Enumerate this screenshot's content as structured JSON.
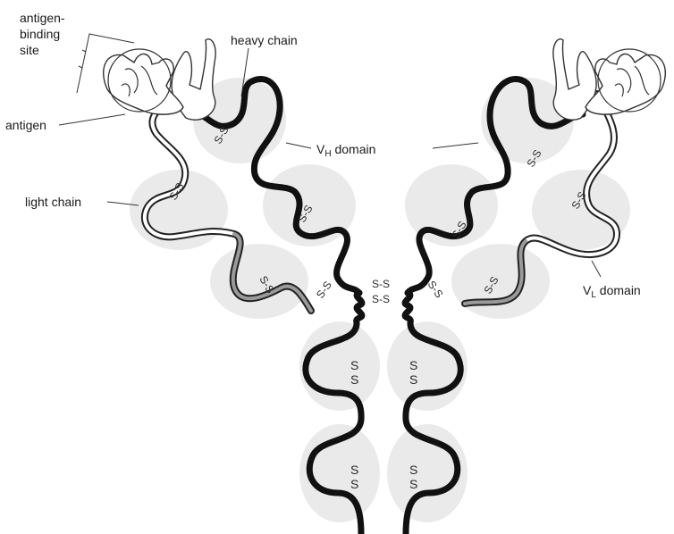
{
  "labels": {
    "antigen_binding_site": [
      "antigen-",
      "binding",
      "site"
    ],
    "heavy_chain": "heavy chain",
    "antigen": "antigen",
    "light_chain": "light chain",
    "vh_domain": {
      "prefix": "V",
      "sub": "H",
      "suffix": " domain"
    },
    "vl_domain": {
      "prefix": "V",
      "sub": "L",
      "suffix": " domain"
    }
  },
  "disulfide": "S-S",
  "disulfide_vertical": [
    "S",
    "S"
  ],
  "colors": {
    "heavy_chain": "#111111",
    "light_chain_outline": "#222222",
    "domain_shading": "#d9d9d9"
  }
}
